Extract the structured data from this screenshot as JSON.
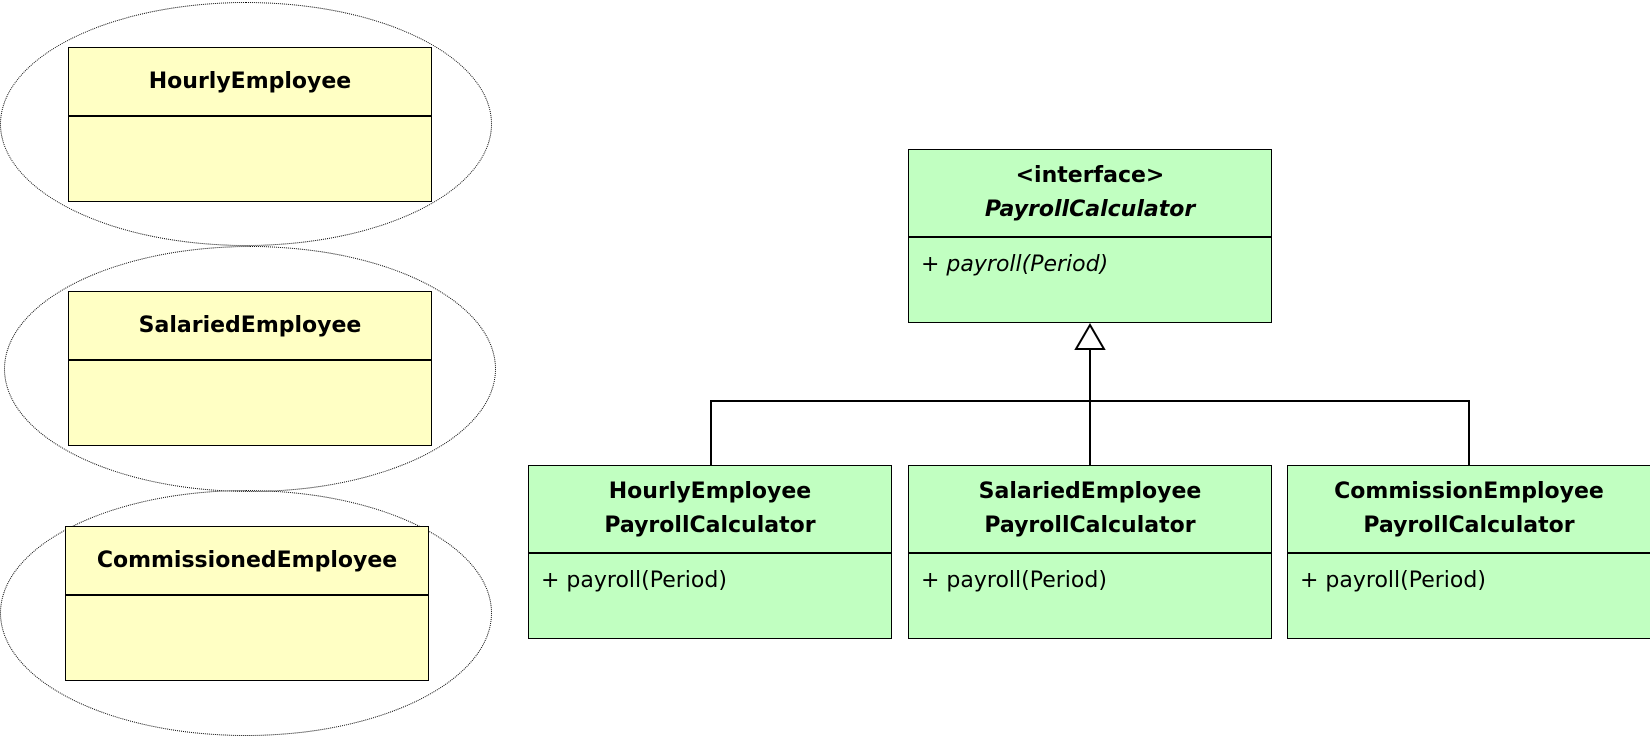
{
  "left_classes": [
    {
      "name": "HourlyEmployee"
    },
    {
      "name": "SalariedEmployee"
    },
    {
      "name": "CommissionedEmployee"
    }
  ],
  "interface": {
    "stereotype": "<interface>",
    "name": "PayrollCalculator",
    "method": "+ payroll(Period)"
  },
  "implementations": [
    {
      "line1": "HourlyEmployee",
      "line2": "PayrollCalculator",
      "method": "+ payroll(Period)"
    },
    {
      "line1": "SalariedEmployee",
      "line2": "PayrollCalculator",
      "method": "+ payroll(Period)"
    },
    {
      "line1": "CommissionEmployee",
      "line2": "PayrollCalculator",
      "method": "+ payroll(Period)"
    }
  ],
  "colors": {
    "yellow_fill": "#ffffc4",
    "green_fill": "#c1ffc1",
    "stroke": "#000000"
  }
}
